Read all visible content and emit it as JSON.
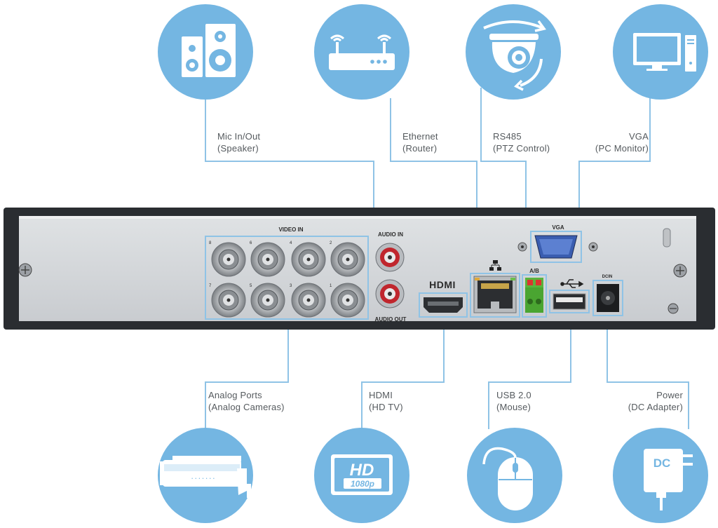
{
  "connections": [
    {
      "id": "mic",
      "line1": "Mic In/Out",
      "line2": "(Speaker)",
      "icon": "speaker-icon"
    },
    {
      "id": "ethernet",
      "line1": "Ethernet",
      "line2": "(Router)",
      "icon": "router-icon"
    },
    {
      "id": "rs485",
      "line1": "RS485",
      "line2": "(PTZ Control)",
      "icon": "ptz-camera-icon"
    },
    {
      "id": "vga",
      "line1": "VGA",
      "line2": "(PC Monitor)",
      "icon": "pc-monitor-icon"
    },
    {
      "id": "analog",
      "line1": "Analog Ports",
      "line2": "(Analog Cameras)",
      "icon": "bullet-camera-icon"
    },
    {
      "id": "hdmi",
      "line1": "HDMI",
      "line2": "(HD TV)",
      "icon": "hd-tv-icon"
    },
    {
      "id": "usb",
      "line1": "USB 2.0",
      "line2": "(Mouse)",
      "icon": "mouse-icon"
    },
    {
      "id": "power",
      "line1": "Power",
      "line2": "(DC Adapter)",
      "icon": "dc-adapter-icon"
    }
  ],
  "panel": {
    "video_in": "VIDEO IN",
    "channels_top": [
      "8",
      "6",
      "4",
      "2"
    ],
    "channels_bottom": [
      "7",
      "5",
      "3",
      "1"
    ],
    "audio_in": "AUDIO IN",
    "audio_out": "AUDIO OUT",
    "hdmi_logo": "HDMI",
    "vga": "VGA",
    "ab": "A/B",
    "dcin": "DCIN"
  },
  "icons": {
    "hd_text": "HD",
    "hd_sub": "1080p",
    "dc_text": "DC"
  },
  "colors": {
    "circle": "#74b6e2",
    "line": "#8fc3e6",
    "panel": "#d3d6d9",
    "chassis": "#2a2d31"
  }
}
